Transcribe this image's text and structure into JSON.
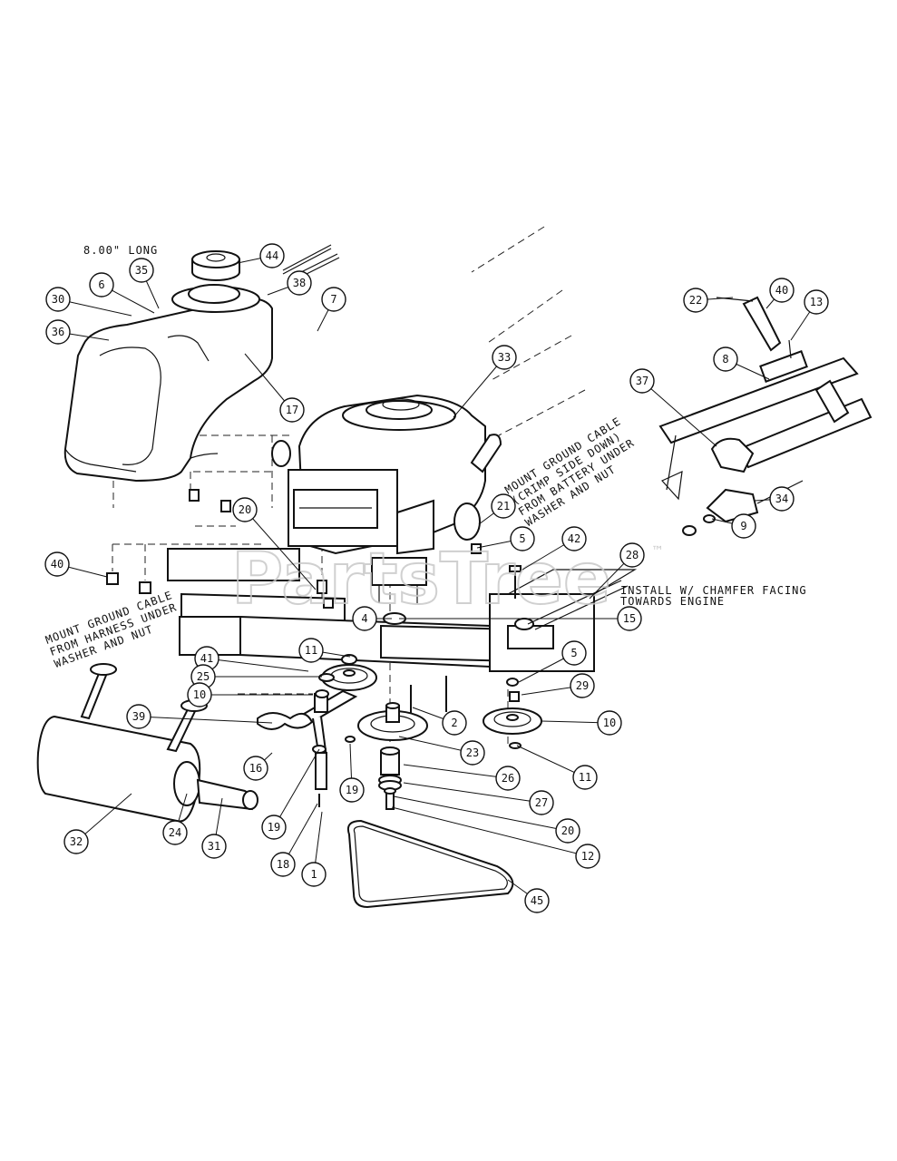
{
  "watermark": {
    "text": "PartsTree",
    "trademark": "™"
  },
  "notes": {
    "length": "8.00\" LONG",
    "install": "INSTALL W/ CHAMFER FACING",
    "install_line2": "TOWARDS ENGINE",
    "ground_right_1": "MOUNT GROUND CABLE",
    "ground_right_2": "(CRIMP SIDE DOWN)",
    "ground_right_3": "FROM BATTERY UNDER",
    "ground_right_4": "WASHER AND NUT",
    "ground_left_1": "MOUNT GROUND CABLE",
    "ground_left_2": "FROM HARNESS UNDER",
    "ground_left_3": "WASHER AND NUT"
  },
  "callouts": [
    {
      "id": "44",
      "label": "44"
    },
    {
      "id": "35",
      "label": "35"
    },
    {
      "id": "38",
      "label": "38"
    },
    {
      "id": "30",
      "label": "30"
    },
    {
      "id": "6",
      "label": "6"
    },
    {
      "id": "7",
      "label": "7"
    },
    {
      "id": "36",
      "label": "36"
    },
    {
      "id": "17",
      "label": "17"
    },
    {
      "id": "33",
      "label": "33"
    },
    {
      "id": "22",
      "label": "22"
    },
    {
      "id": "40a",
      "label": "40"
    },
    {
      "id": "13",
      "label": "13"
    },
    {
      "id": "8",
      "label": "8"
    },
    {
      "id": "37",
      "label": "37"
    },
    {
      "id": "34",
      "label": "34"
    },
    {
      "id": "9",
      "label": "9"
    },
    {
      "id": "20a",
      "label": "20"
    },
    {
      "id": "21",
      "label": "21"
    },
    {
      "id": "5a",
      "label": "5"
    },
    {
      "id": "42",
      "label": "42"
    },
    {
      "id": "28",
      "label": "28"
    },
    {
      "id": "40b",
      "label": "40"
    },
    {
      "id": "4",
      "label": "4"
    },
    {
      "id": "15",
      "label": "15"
    },
    {
      "id": "41",
      "label": "41"
    },
    {
      "id": "11a",
      "label": "11"
    },
    {
      "id": "5b",
      "label": "5"
    },
    {
      "id": "25",
      "label": "25"
    },
    {
      "id": "10a",
      "label": "10"
    },
    {
      "id": "29",
      "label": "29"
    },
    {
      "id": "39",
      "label": "39"
    },
    {
      "id": "2",
      "label": "2"
    },
    {
      "id": "10b",
      "label": "10"
    },
    {
      "id": "23",
      "label": "23"
    },
    {
      "id": "16",
      "label": "16"
    },
    {
      "id": "11b",
      "label": "11"
    },
    {
      "id": "26",
      "label": "26"
    },
    {
      "id": "19a",
      "label": "19"
    },
    {
      "id": "27",
      "label": "27"
    },
    {
      "id": "19b",
      "label": "19"
    },
    {
      "id": "20b",
      "label": "20"
    },
    {
      "id": "32",
      "label": "32"
    },
    {
      "id": "24",
      "label": "24"
    },
    {
      "id": "31",
      "label": "31"
    },
    {
      "id": "18",
      "label": "18"
    },
    {
      "id": "12",
      "label": "12"
    },
    {
      "id": "1",
      "label": "1"
    },
    {
      "id": "45",
      "label": "45"
    }
  ]
}
